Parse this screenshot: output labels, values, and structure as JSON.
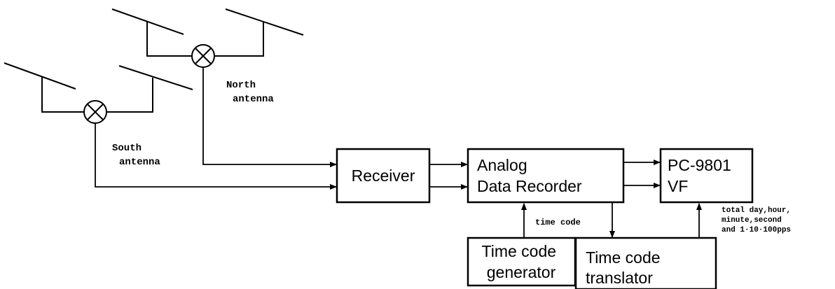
{
  "antennas": {
    "north_label": [
      "North",
      "antenna"
    ],
    "south_label": [
      "South",
      "antenna"
    ]
  },
  "blocks": {
    "receiver": [
      "Receiver"
    ],
    "recorder": [
      "Analog",
      "Data Recorder"
    ],
    "pc": [
      "PC-9801",
      "VF"
    ],
    "generator": [
      "Time code",
      "generator"
    ],
    "translator": [
      "Time code",
      "translator"
    ]
  },
  "annotations": {
    "time_code": "time code",
    "pc_input": [
      "total day,hour,",
      "minute,second",
      "and 1·10·100pps"
    ]
  }
}
